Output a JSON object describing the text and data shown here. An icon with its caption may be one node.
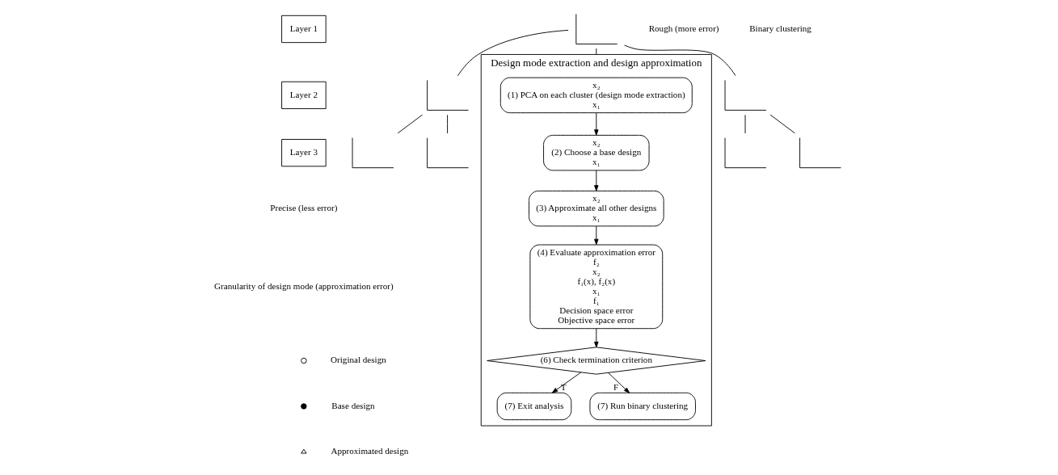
{
  "diagram": {
    "nodes": [
      {
        "text": [
          "Design mode extraction and design approximation"
        ]
      },
      {
        "text": [
          "x₂",
          "(1) PCA on each cluster (design mode extraction)",
          "x₁"
        ],
        "in": 0
      },
      {
        "text": [
          "x₂",
          "(2) Choose a base design",
          "x₁"
        ],
        "in": 0
      },
      {
        "text": [
          "x₂",
          "(3) Approximate all other designs",
          "x₁"
        ],
        "in": 0
      },
      {
        "text": [
          "(4) Evaluate approximation error",
          "f₂",
          "x₂",
          "f₁(x), f₂(x)",
          "x₁",
          "f₁",
          "Decision space error",
          "Objective space error"
        ],
        "in": 0
      },
      {
        "text": [
          "(6) Check termination criterion"
        ],
        "in": 0
      },
      {
        "text": [
          "(7) Exit analysis"
        ],
        "in": 0
      },
      {
        "text": [
          "(7) Run binary clustering"
        ],
        "in": 0
      },
      {
        "text": [
          "Layer 1"
        ]
      },
      {
        "text": [
          "Layer 2"
        ]
      },
      {
        "text": [
          "Layer 3"
        ]
      },
      {
        "text": [],
        "shape": "picture"
      },
      {
        "text": [],
        "shape": "picture"
      },
      {
        "text": [],
        "shape": "picture"
      },
      {
        "text": [],
        "shape": "picture"
      },
      {
        "text": [],
        "shape": "picture"
      },
      {
        "text": [],
        "shape": "picture"
      },
      {
        "text": [],
        "shape": "picture"
      }
    ],
    "edges": [
      {
        "from": 1,
        "to": 2,
        "arrow": "to"
      },
      {
        "from": 2,
        "to": 3,
        "arrow": "to"
      },
      {
        "from": 3,
        "to": 4,
        "arrow": "to"
      },
      {
        "from": 4,
        "to": 5,
        "arrow": "to"
      },
      {
        "from": 5,
        "to": 6,
        "label": "T",
        "arrow": "to"
      },
      {
        "from": 5,
        "to": 7,
        "label": "F",
        "arrow": "to"
      },
      {
        "from": 11,
        "to": 12,
        "arrow": "none"
      },
      {
        "from": 11,
        "to": 13,
        "arrow": "none"
      },
      {
        "from": 12,
        "to": 14,
        "arrow": "none"
      },
      {
        "from": 12,
        "to": 15,
        "arrow": "none"
      },
      {
        "from": 13,
        "to": 16,
        "arrow": "none"
      },
      {
        "from": 13,
        "to": 17,
        "arrow": "none"
      },
      {
        "from": 11,
        "to": 0,
        "arrow": "none"
      }
    ],
    "labels": [
      "Rough (more error)",
      "Binary clustering",
      "Granularity of design mode (approximation error)",
      "Precise (less error)"
    ],
    "legend": [
      {
        "text": "Original design"
      },
      {
        "text": "Base design"
      },
      {
        "text": "Approximated design"
      }
    ]
  }
}
